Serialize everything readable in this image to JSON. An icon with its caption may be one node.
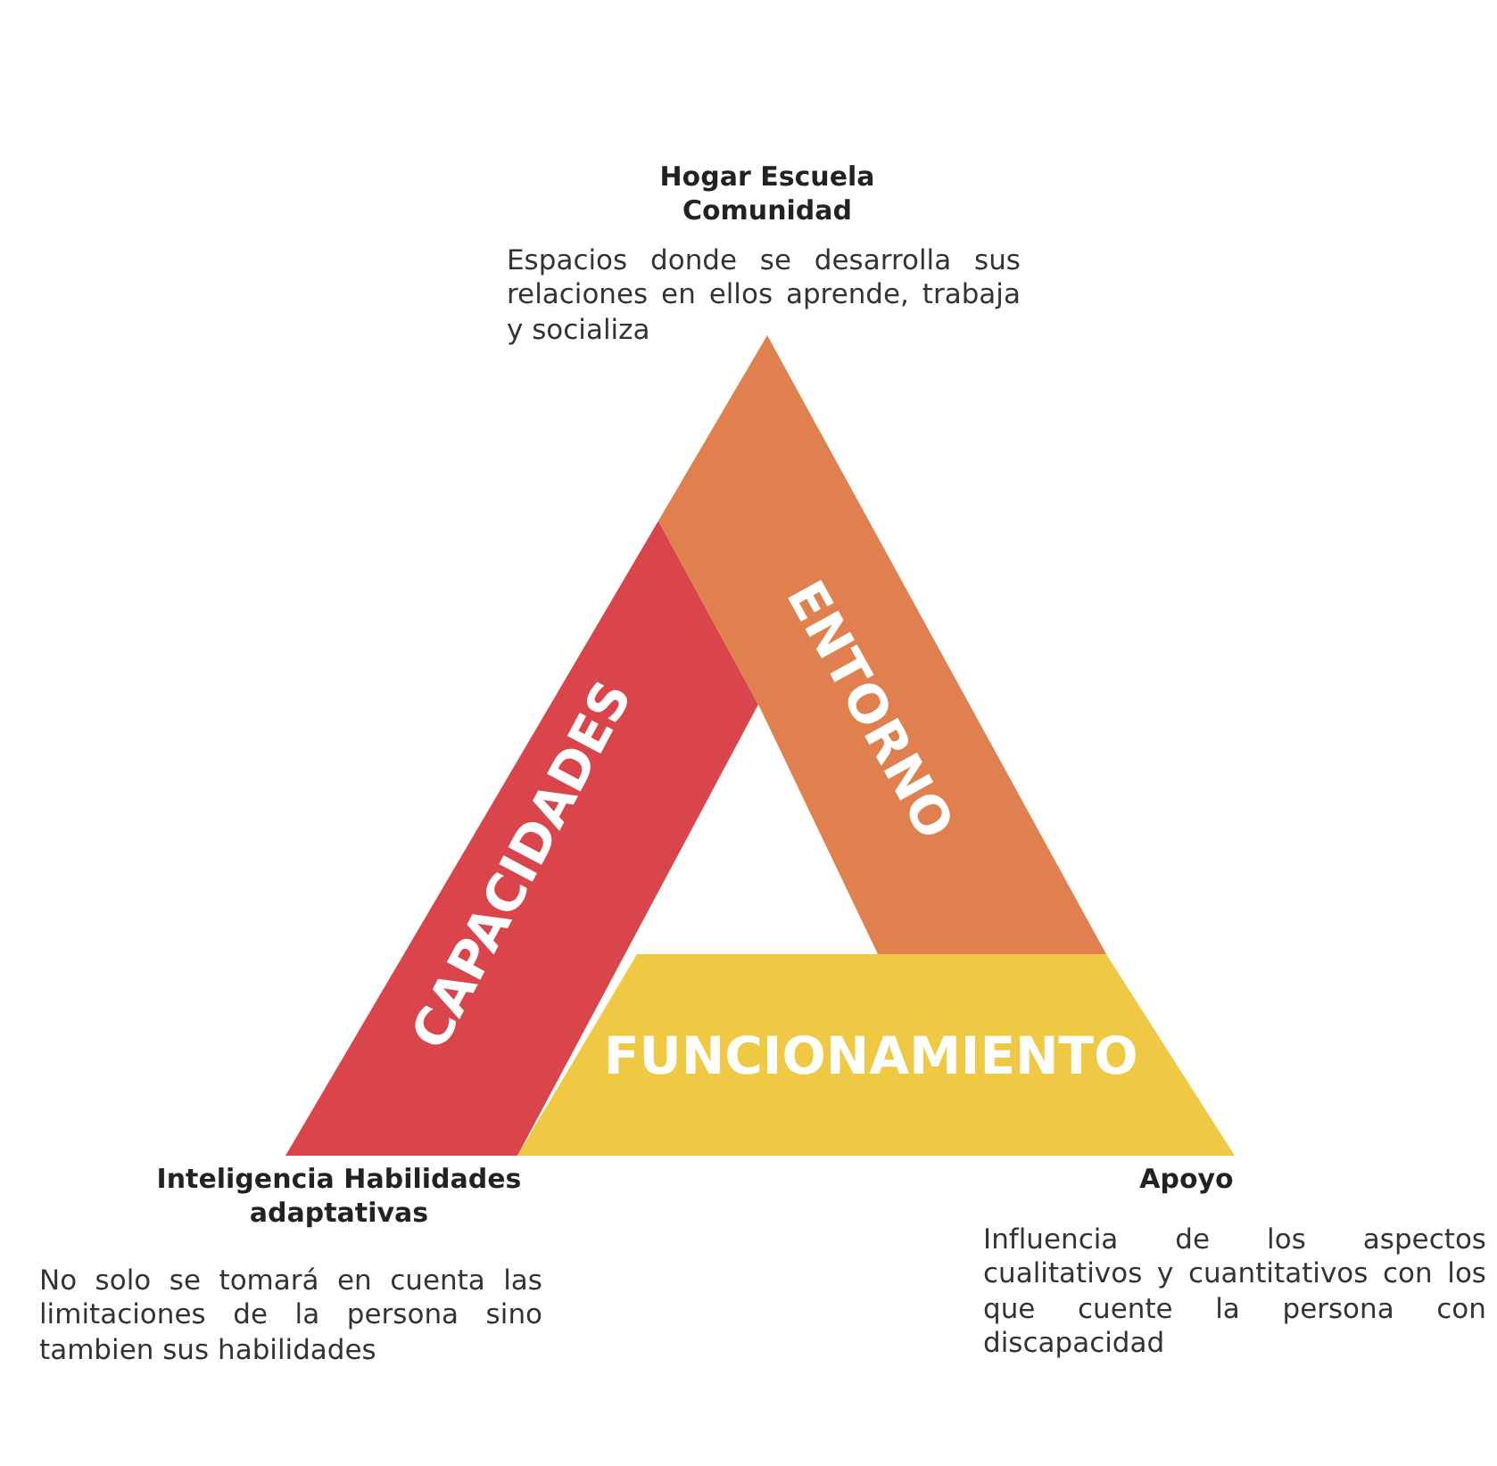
{
  "diagram": {
    "nodes": [
      {
        "text": [
          "CAPACIDADES"
        ]
      },
      {
        "text": [
          "ENTORNO"
        ]
      },
      {
        "text": [
          "FUNCIONAMIENTO"
        ]
      }
    ],
    "labels": [
      "Hogar Escuela Comunidad",
      "Espacios donde se desarrolla sus relaciones en ellos aprende, trabaja y socializa",
      "Inteligencia Habilidades adaptativas",
      "No solo se tomará en cuenta las limitaciones de la persona sino tambien sus habilidades",
      "Apoyo",
      "Influencia de los aspectos cualitativos y cuantitativos con los que cuente la persona con discapacidad"
    ]
  }
}
